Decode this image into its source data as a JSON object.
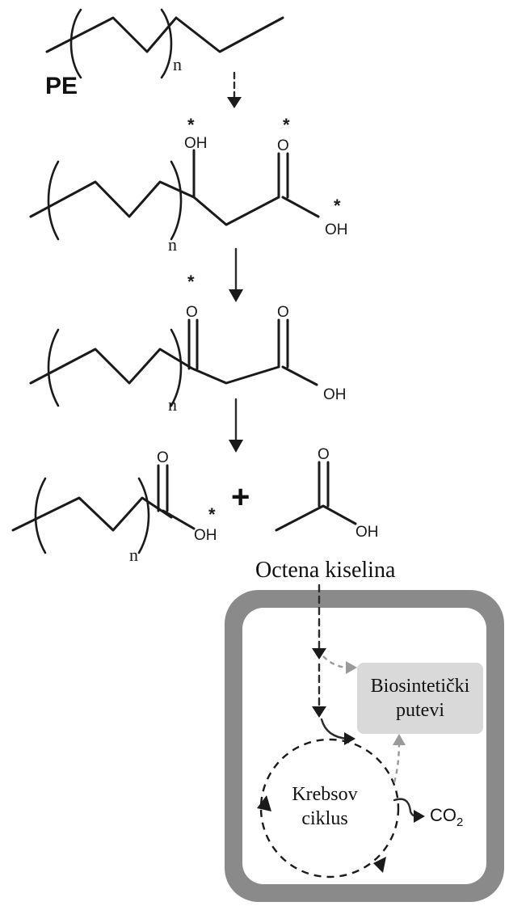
{
  "labels": {
    "polymer": "PE",
    "repeat_index": "n",
    "hydroxyl": "OH",
    "oxygen": "O",
    "radical_mark": "*",
    "plus": "+",
    "acetic_acid": "Octena kiselina",
    "biosynthesis_line1": "Biosintetički",
    "biosynthesis_line2": "putevi",
    "krebs_line1": "Krebsov",
    "krebs_line2": "ciklus",
    "co2_main": "CO",
    "co2_sub": "2"
  },
  "colors": {
    "ink": "#1a1a1a",
    "cell_wall": "#8a8a8a",
    "cell_interior": "#ffffff",
    "pathway_box": "#d9d9d9",
    "grey_arrow": "#9a9a9a"
  }
}
